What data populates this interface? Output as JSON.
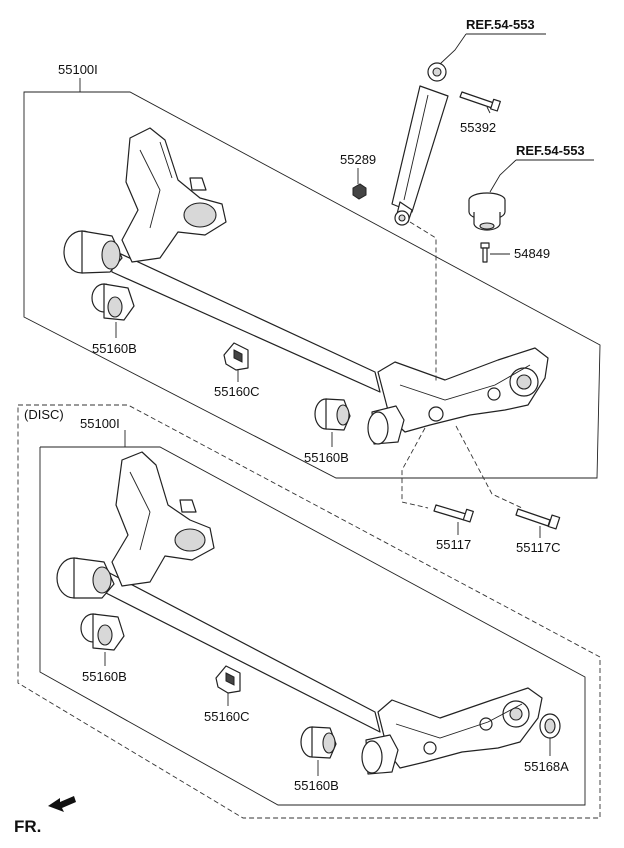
{
  "diagram": {
    "ref_shock_top": "REF.54-553",
    "ref_bumper": "REF.54-553",
    "upper_assembly_label": "55100I",
    "disc_tag": "(DISC)",
    "lower_assembly_label": "55100I",
    "parts": {
      "p55392": "55392",
      "p55289": "55289",
      "p54849": "54849",
      "p55160B_upper_left": "55160B",
      "p55160C_upper": "55160C",
      "p55160B_upper_right": "55160B",
      "p55117": "55117",
      "p55117C": "55117C",
      "p55160B_lower_left": "55160B",
      "p55160C_lower": "55160C",
      "p55160B_lower_right": "55160B",
      "p55168A": "55168A"
    },
    "front_indicator": "FR."
  }
}
